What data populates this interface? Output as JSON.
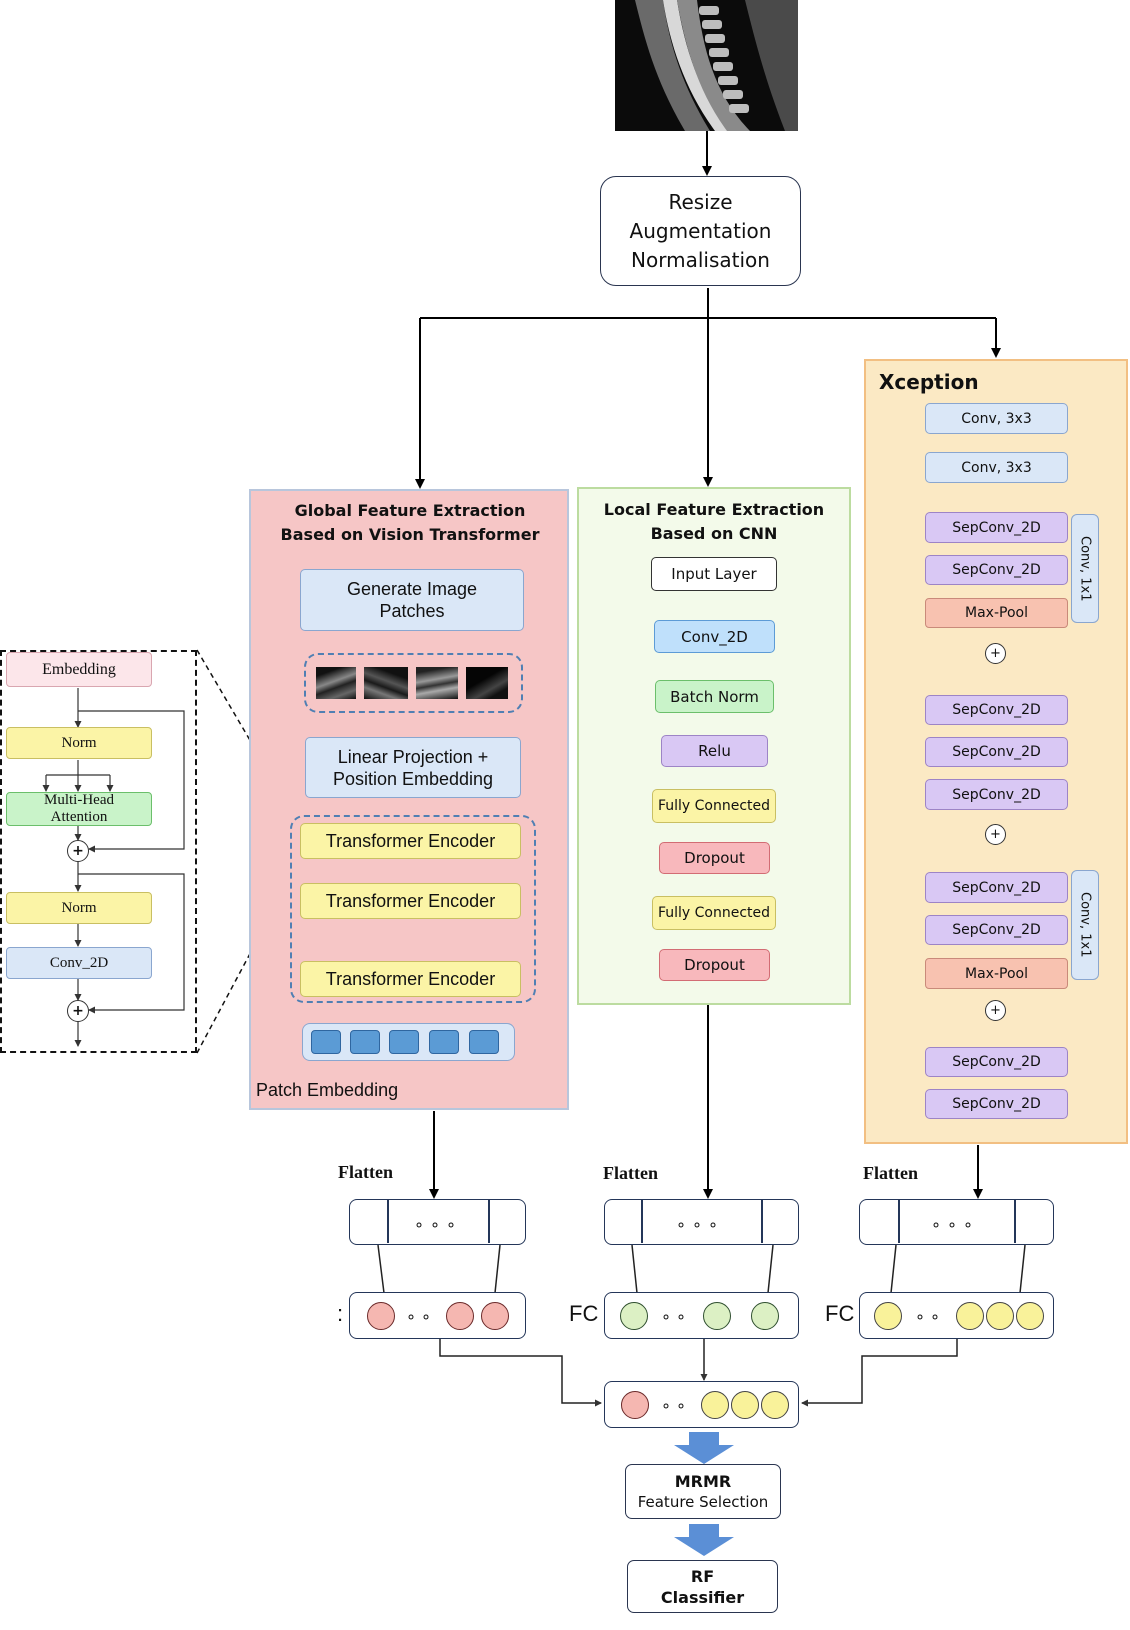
{
  "preprocess": {
    "line1": "Resize",
    "line2": "Augmentation",
    "line3": "Normalisation"
  },
  "vit": {
    "title1": "Global Feature Extraction",
    "title2": "Based on Vision Transformer",
    "patches_line1": "Generate Image",
    "patches_line2": "Patches",
    "proj_line1": "Linear Projection +",
    "proj_line2": "Position Embedding",
    "encoders": [
      "Transformer Encoder",
      "Transformer Encoder",
      "Transformer Encoder"
    ],
    "footer": "Patch Embedding"
  },
  "encoder_detail": {
    "embedding": "Embedding",
    "norm1": "Norm",
    "mha_line1": "Multi-Head",
    "mha_line2": "Attention",
    "norm2": "Norm",
    "conv": "Conv_2D",
    "plus": "+"
  },
  "cnn": {
    "title1": "Local Feature Extraction",
    "title2": "Based on CNN",
    "layers": [
      "Input Layer",
      "Conv_2D",
      "Batch Norm",
      "Relu",
      "Fully Connected",
      "Dropout",
      "Fully Connected",
      "Dropout"
    ]
  },
  "xception": {
    "title": "Xception",
    "conv1": "Conv, 3x3",
    "conv2": "Conv, 3x3",
    "block1": [
      "SepConv_2D",
      "SepConv_2D",
      "Max-Pool"
    ],
    "skip1": "Conv, 1x1",
    "block2": [
      "SepConv_2D",
      "SepConv_2D",
      "SepConv_2D"
    ],
    "block3": [
      "SepConv_2D",
      "SepConv_2D",
      "Max-Pool"
    ],
    "skip3": "Conv, 1x1",
    "block4": [
      "SepConv_2D",
      "SepConv_2D"
    ],
    "plus": "+"
  },
  "flatten": {
    "left": "Flatten",
    "mid": "Flatten",
    "right": "Flatten"
  },
  "fc": {
    "left": ":",
    "mid": "FC",
    "right": "FC"
  },
  "mrmr": {
    "line1": "MRMR",
    "line2": "Feature Selection"
  },
  "rf": {
    "line1": "RF",
    "line2": "Classifier"
  },
  "colors": {
    "vit_node": "#f5b7b1",
    "cnn_node": "#dcf0c4",
    "xc_node": "#f9f29a",
    "patch_tile": "#5b9bd5",
    "arrow_blue": "#5b8fd6"
  }
}
